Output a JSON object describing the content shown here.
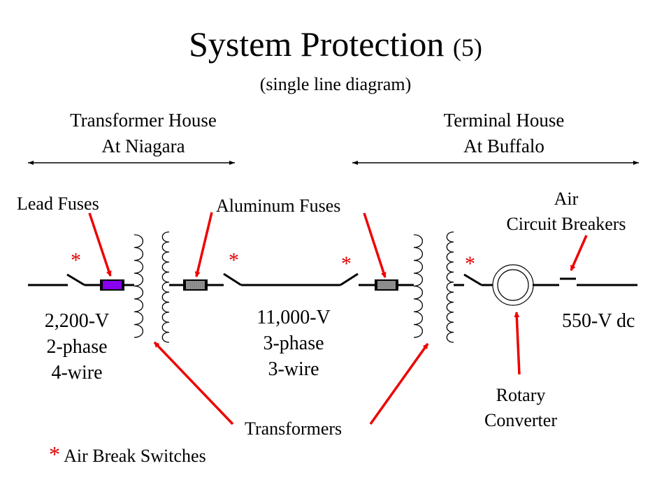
{
  "title": {
    "main": "System Protection",
    "number": "(5)"
  },
  "subtitle": "(single line diagram)",
  "sections": {
    "left": {
      "line1": "Transformer House",
      "line2": "At Niagara"
    },
    "right": {
      "line1": "Terminal House",
      "line2": "At Buffalo"
    }
  },
  "labels": {
    "lead_fuses": "Lead Fuses",
    "aluminum_fuses": "Aluminum Fuses",
    "air_circuit_breakers": {
      "line1": "Air",
      "line2": "Circuit Breakers"
    },
    "transformers": "Transformers",
    "rotary_converter": {
      "line1": "Rotary",
      "line2": "Converter"
    }
  },
  "voltages": {
    "left": {
      "line1": "2,200-V",
      "line2": "2-phase",
      "line3": "4-wire"
    },
    "middle": {
      "line1": "11,000-V",
      "line2": "3-phase",
      "line3": "3-wire"
    },
    "right": "550-V dc"
  },
  "legend": {
    "symbol": "*",
    "text": "Air Break Switches"
  },
  "switch_marker": "*",
  "colors": {
    "arrow": "#ee0000",
    "lead_fuse": "#8800ee",
    "aluminum_fuse": "#888888",
    "line": "#000000",
    "marker": "#e00000"
  }
}
